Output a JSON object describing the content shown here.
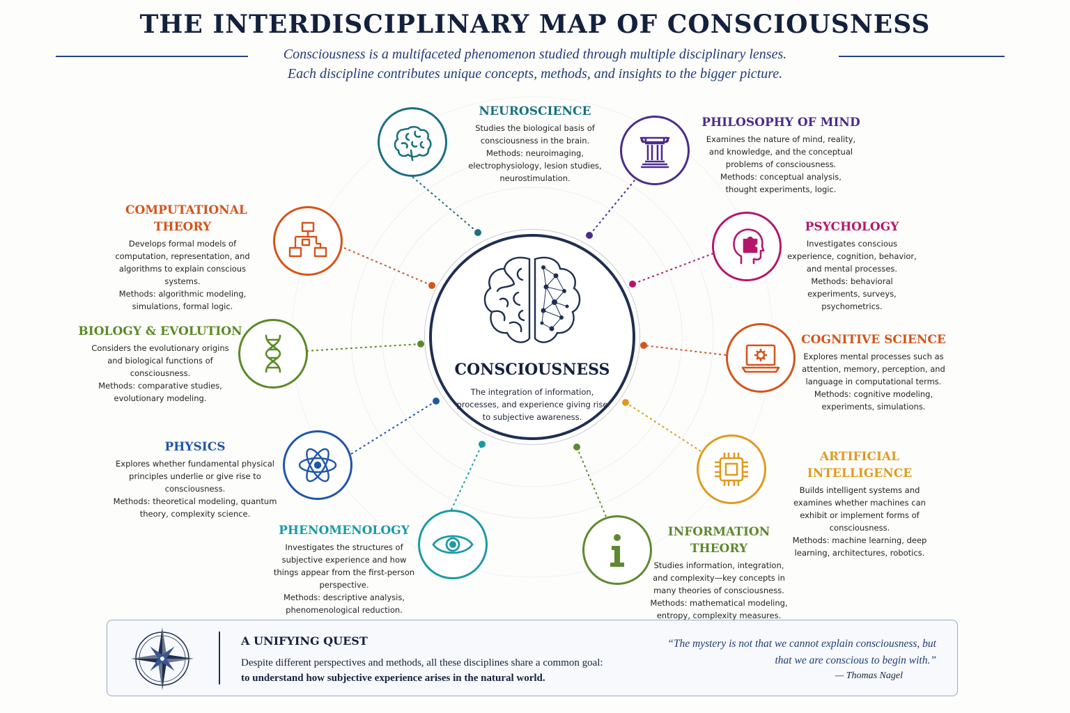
{
  "header": {
    "title": "THE INTERDISCIPLINARY MAP OF CONSCIOUSNESS",
    "subtitle_line1": "Consciousness is a multifaceted phenomenon studied through multiple disciplinary lenses.",
    "subtitle_line2": "Each discipline contributes unique concepts, methods, and insights to the bigger picture."
  },
  "center": {
    "title": "CONSCIOUSNESS",
    "description": "The integration of information, processes, and experience giving rise to subjective awareness."
  },
  "disciplines": [
    {
      "key": "neuroscience",
      "title": "NEUROSCIENCE",
      "color": "#1b6f80",
      "icon": "brain-icon",
      "description": "Studies the biological basis of consciousness in the brain.",
      "methods": "Methods: neuroimaging, electrophysiology, lesion studies, neurostimulation."
    },
    {
      "key": "philosophy",
      "title": "PHILOSOPHY OF MIND",
      "color": "#4a2c8a",
      "icon": "column-icon",
      "description": "Examines the nature of mind, reality, and knowledge, and the conceptual problems of consciousness.",
      "methods": "Methods: conceptual analysis, thought experiments, logic."
    },
    {
      "key": "psychology",
      "title": "PSYCHOLOGY",
      "color": "#b5176b",
      "icon": "head-puzzle-icon",
      "description": "Investigates conscious experience, cognition, behavior, and mental processes.",
      "methods": "Methods: behavioral experiments, surveys, psychometrics."
    },
    {
      "key": "cognitive",
      "title": "COGNITIVE SCIENCE",
      "color": "#d4541a",
      "icon": "laptop-gear-icon",
      "description": "Explores mental processes such as attention, memory, perception, and language in computational terms.",
      "methods": "Methods: cognitive modeling, experiments, simulations."
    },
    {
      "key": "ai",
      "title": "ARTIFICIAL INTELLIGENCE",
      "color": "#e09a1e",
      "icon": "chip-icon",
      "description": "Builds intelligent systems and examines whether machines can exhibit or implement forms of consciousness.",
      "methods": "Methods: machine learning, deep learning, architectures, robotics."
    },
    {
      "key": "information",
      "title": "INFORMATION THEORY",
      "color": "#5d8a2e",
      "icon": "info-icon",
      "description": "Studies information, integration, and complexity—key concepts in many theories of consciousness.",
      "methods": "Methods: mathematical modeling, entropy, complexity measures."
    },
    {
      "key": "phenomenology",
      "title": "PHENOMENOLOGY",
      "color": "#1a9aa5",
      "icon": "eye-icon",
      "description": "Investigates the structures of subjective experience and how things appear from the first-person perspective.",
      "methods": "Methods: descriptive analysis, phenomenological reduction."
    },
    {
      "key": "physics",
      "title": "PHYSICS",
      "color": "#1f56a8",
      "icon": "atom-icon",
      "description": "Explores whether fundamental physical principles underlie or give rise to consciousness.",
      "methods": "Methods: theoretical modeling, quantum theory, complexity science."
    },
    {
      "key": "biology",
      "title": "BIOLOGY & EVOLUTION",
      "color": "#5a8a26",
      "icon": "dna-icon",
      "description": "Considers the evolutionary origins and biological functions of consciousness.",
      "methods": "Methods: comparative studies, evolutionary modeling."
    },
    {
      "key": "computational",
      "title": "COMPUTATIONAL THEORY",
      "color": "#d4541a",
      "icon": "flowchart-icon",
      "description": "Develops formal models of computation, representation, and algorithms to explain conscious systems.",
      "methods": "Methods: algorithmic modeling, simulations, formal logic."
    }
  ],
  "footer": {
    "heading": "A UNIFYING QUEST",
    "text": "Despite different perspectives and methods, all these disciplines share a common goal:",
    "text_bold": "to understand how subjective experience arises in the natural world.",
    "quote": "“The mystery is not that we cannot explain consciousness, but that we are conscious to begin with.”",
    "quote_author": "— Thomas Nagel",
    "icon": "compass-icon"
  }
}
